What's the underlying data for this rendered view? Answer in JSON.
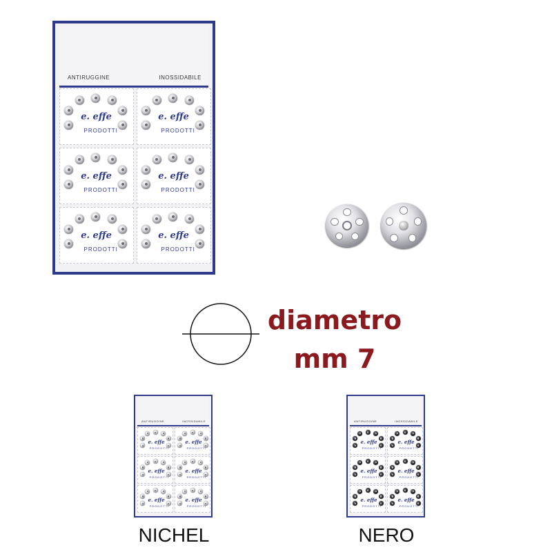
{
  "card": {
    "header_left": "ANTIRUGGINE",
    "header_right": "INOSSIDABILE",
    "brand": "e. effe",
    "brand_sub": "PRODOTTI"
  },
  "measure": {
    "line1": "diametro",
    "line2": "mm 7"
  },
  "variants": [
    {
      "label": "NICHEL",
      "finish": "nickel"
    },
    {
      "label": "NERO",
      "finish": "black"
    }
  ],
  "colors": {
    "card_border": "#2e3a8c",
    "brand_blue": "#2e3a8c",
    "diameter_text": "#8b1a1e"
  }
}
